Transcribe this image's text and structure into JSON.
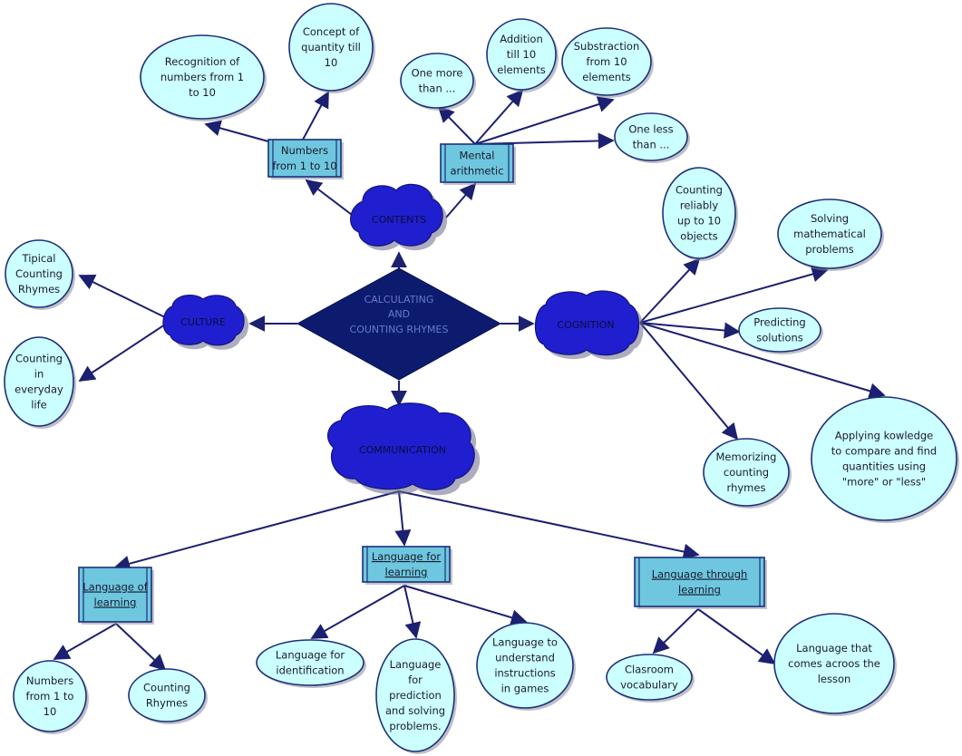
{
  "center": {
    "lines": [
      "CALCULATING",
      "AND",
      "COUNTING RHYMES"
    ]
  },
  "clouds": {
    "contents": "CONTENTS",
    "culture": "CULTURE",
    "cognition": "COGNITION",
    "communication": "COMMUNICATION"
  },
  "rect_nodes": {
    "numbers": [
      "Numbers",
      "from 1 to 10"
    ],
    "mental": [
      "Mental",
      "arithmetic"
    ],
    "lang_of": [
      "Language of",
      "learning"
    ],
    "lang_for": [
      "Language for",
      "learning"
    ],
    "lang_through": [
      "Language through",
      "learning"
    ]
  },
  "ellipses": {
    "recognition": [
      "Recognition of",
      "numbers from 1",
      "to 10"
    ],
    "concept": [
      "Concept of",
      "quantity till",
      "10"
    ],
    "one_more": [
      "One more",
      "than ..."
    ],
    "addition": [
      "Addition",
      "till 10",
      "elements"
    ],
    "subtraction": [
      "Substraction",
      "from 10",
      "elements"
    ],
    "one_less": [
      "One less",
      "than ..."
    ],
    "tipical": [
      "Tipical",
      "Counting",
      "Rhymes"
    ],
    "everyday": [
      "Counting",
      "in",
      "everyday",
      "life"
    ],
    "counting_reliably": [
      "Counting",
      "reliably",
      "up to 10",
      "objects"
    ],
    "solving": [
      "Solving",
      "mathematical",
      "problems"
    ],
    "predicting": [
      "Predicting",
      "solutions"
    ],
    "memorizing": [
      "Memorizing",
      "counting",
      "rhymes"
    ],
    "applying": [
      "Applying kowledge",
      "to compare and find",
      "quantities using",
      "\"more\" or \"less\""
    ],
    "numbers_1_10": [
      "Numbers",
      "from 1 to",
      "10"
    ],
    "counting_rhymes": [
      "Counting",
      "Rhymes"
    ],
    "identification": [
      "Language for",
      "identification"
    ],
    "prediction": [
      "Language",
      "for",
      "prediction",
      "and solving",
      "problems."
    ],
    "instructions": [
      "Language to",
      "understand",
      "instructions",
      "in games"
    ],
    "classroom": [
      "Clasroom",
      "vocabulary"
    ],
    "lesson": [
      "Language that",
      "comes acroos the",
      "lesson"
    ]
  },
  "colors": {
    "ellipse_fill": "#ccffff",
    "rect_fill": "#6ec7de",
    "cloud_fill": "#1f1fcf",
    "diamond_fill": "#0d1b6e",
    "link": "#1c2070"
  }
}
